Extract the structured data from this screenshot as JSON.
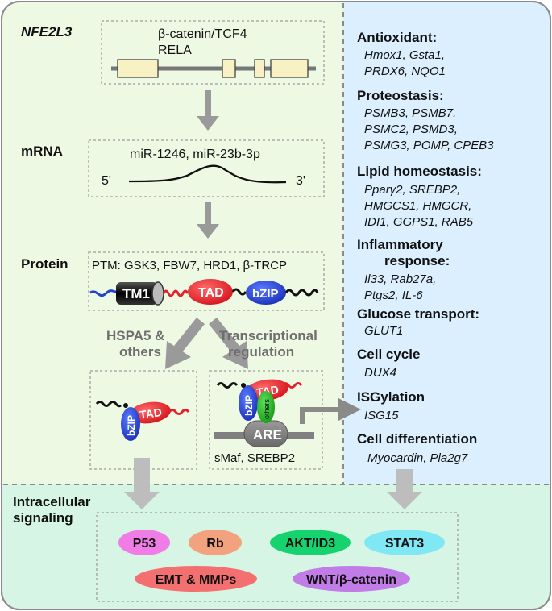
{
  "gene": {
    "title": "NFE2L3",
    "regulators_line1": "β-catenin/TCF4",
    "regulators_line2": "RELA"
  },
  "mrna": {
    "label": "mRNA",
    "mirnas": "miR-1246, miR-23b-3p",
    "five_prime": "5'",
    "three_prime": "3'"
  },
  "protein": {
    "label": "Protein",
    "ptm": "PTM: GSK3, FBW7, HRD1, β-TRCP",
    "domain_tm1": "TM1",
    "domain_tad": "TAD",
    "domain_bzip": "bZIP"
  },
  "pathways": {
    "left": {
      "line1": "HSPA5 &",
      "line2": "others"
    },
    "right": {
      "line1": "Transcriptional",
      "line2": "regulation"
    }
  },
  "complex_left": {
    "tad": "TAD",
    "bzip": "bZIP"
  },
  "complex_right": {
    "tad": "TAD",
    "bzip": "bZIP",
    "others": "others",
    "are": "ARE",
    "partners": "sMaf, SREBP2"
  },
  "functions": [
    {
      "heading": "Antioxidant:",
      "lines": [
        "Hmox1, Gsta1,",
        "PRDX6, NQO1"
      ]
    },
    {
      "heading": "Proteostasis:",
      "lines": [
        "PSMB3, PSMB7,",
        "PSMC2, PSMD3,",
        "PSMG3, POMP, CPEB3"
      ]
    },
    {
      "heading": "Lipid homeostasis:",
      "lines": [
        "Pparγ2, SREBP2,",
        "HMGCS1, HMGCR,",
        "IDI1, GGPS1, RAB5"
      ]
    },
    {
      "heading": "Inflammatory",
      "heading2": "response:",
      "lines": [
        "Il33, Rab27a,",
        "Ptgs2, IL-6"
      ]
    },
    {
      "heading": "Glucose transport:",
      "lines": [
        "GLUT1"
      ]
    },
    {
      "heading": "Cell cycle",
      "lines": [
        "DUX4"
      ]
    },
    {
      "heading": "ISGylation",
      "lines": [
        "ISG15"
      ]
    },
    {
      "heading": "Cell differentiation",
      "lines": [
        "Myocardin, Pla2g7"
      ]
    }
  ],
  "signaling": {
    "title_line1": "Intracellular",
    "title_line2": "signaling",
    "nodes": [
      {
        "label": "P53",
        "color": "#f07ce6"
      },
      {
        "label": "Rb",
        "color": "#f3a27f"
      },
      {
        "label": "AKT/ID3",
        "color": "#17d36f"
      },
      {
        "label": "STAT3",
        "color": "#7fe8f4"
      },
      {
        "label": "EMT & MMPs",
        "color": "#f47070"
      },
      {
        "label": "WNT/β-catenin",
        "color": "#c27ce8"
      }
    ]
  },
  "colors": {
    "left_panel": "#eef9e4",
    "right_panel": "#dcefff",
    "bottom_panel": "#d6f5e4",
    "arrow_gray": "#9a9a9a",
    "tad_red": "#e3212b",
    "bzip_blue": "#2244cc",
    "tm1_black": "#111111",
    "gene_exon": "#f7f1c4"
  }
}
